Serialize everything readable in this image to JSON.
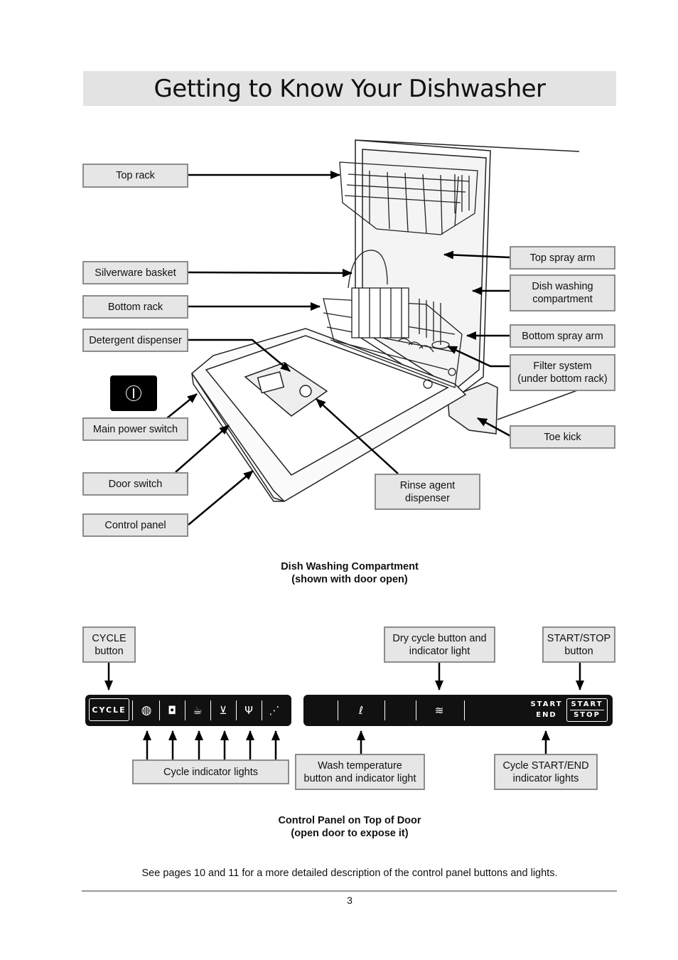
{
  "page": {
    "title": "Getting to Know Your Dishwasher",
    "page_number": "3",
    "footnote": "See pages 10 and 11 for a more detailed description of the control panel buttons and lights."
  },
  "compartment": {
    "caption": "Dish Washing Compartment\n(shown with door open)",
    "labels": {
      "top_rack": "Top rack",
      "silverware_basket": "Silverware basket",
      "bottom_rack": "Bottom rack",
      "detergent_dispenser": "Detergent dispenser",
      "main_power_switch": "Main power switch",
      "door_switch": "Door switch",
      "control_panel": "Control panel",
      "top_spray_arm": "Top spray arm",
      "dish_washing_compartment": "Dish washing\ncompartment",
      "bottom_spray_arm": "Bottom spray arm",
      "filter_system": "Filter system\n(under bottom rack)",
      "toe_kick": "Toe kick",
      "rinse_agent_dispenser": "Rinse agent\ndispenser"
    }
  },
  "control_panel": {
    "caption": "Control Panel on Top of Door\n(open door to expose it)",
    "labels": {
      "cycle_button": "CYCLE\nbutton",
      "dry_cycle": "Dry cycle button and\nindicator light",
      "start_stop": "START/STOP\nbutton",
      "cycle_indicator_lights": "Cycle indicator lights",
      "wash_temperature": "Wash temperature\nbutton and indicator light",
      "cycle_start_end": "Cycle START/END\nindicator lights"
    },
    "panel_text": {
      "cycle": "CYCLE",
      "start": "START",
      "end": "END",
      "start_btn": "START",
      "stop_btn": "STOP"
    },
    "icons": [
      "plate-icon",
      "pot-icon",
      "cup-icon",
      "glass-icon",
      "wine-glass-icon",
      "rinse-icon",
      "thermometer-icon",
      "dry-heat-icon"
    ]
  }
}
